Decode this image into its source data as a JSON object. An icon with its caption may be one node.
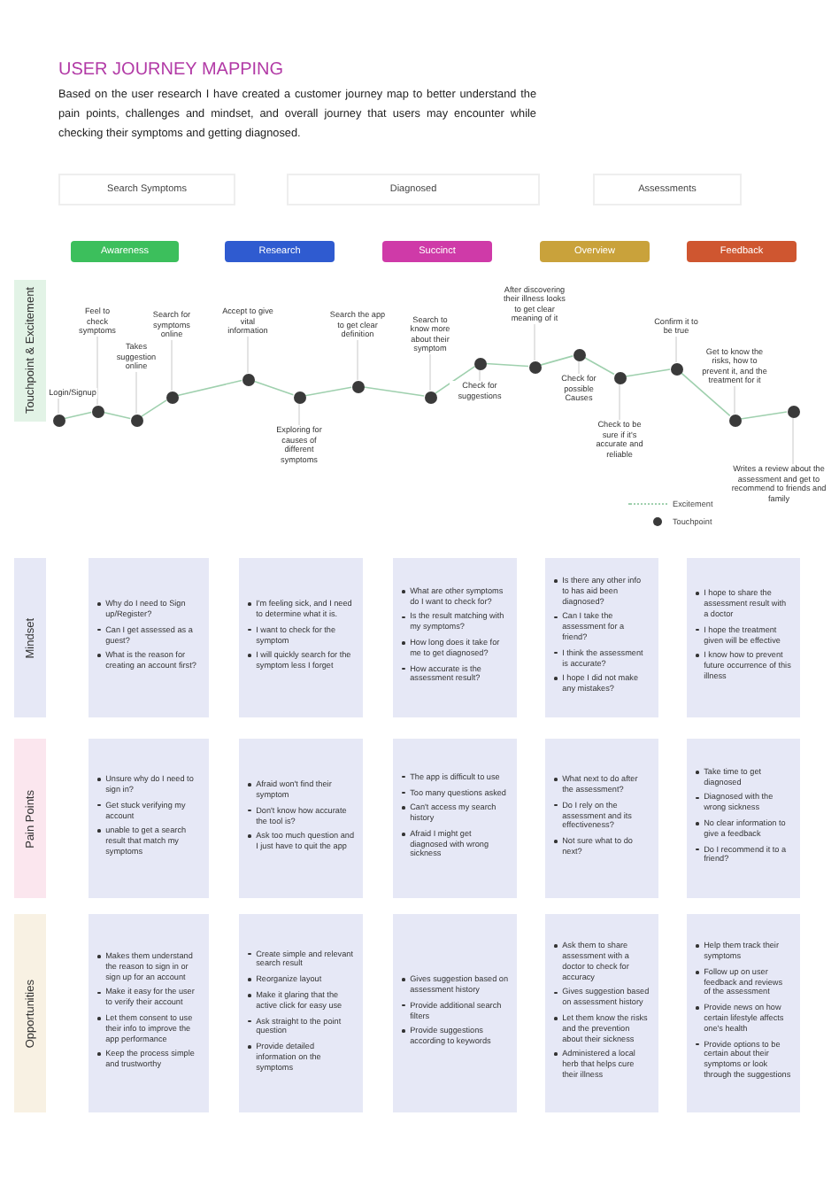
{
  "diagram": {
    "title": "USER JOURNEY MAPPING",
    "nodes": [
      {
        "text": [
          "Search Symptoms"
        ]
      },
      {
        "text": [
          "Diagnosed"
        ]
      },
      {
        "text": [
          "Assessments"
        ]
      },
      {
        "text": [
          "Awareness"
        ]
      },
      {
        "text": [
          "Research"
        ]
      },
      {
        "text": [
          "Succinct"
        ]
      },
      {
        "text": [
          "Overview"
        ]
      },
      {
        "text": [
          "Feedback"
        ]
      },
      {
        "text": [
          "Touchpoint & Excitement"
        ]
      },
      {
        "text": [],
        "shape": "circle"
      },
      {
        "text": [],
        "shape": "circle"
      },
      {
        "text": [],
        "shape": "circle"
      },
      {
        "text": [],
        "shape": "circle"
      },
      {
        "text": [],
        "shape": "circle"
      },
      {
        "text": [],
        "shape": "circle"
      },
      {
        "text": [],
        "shape": "circle"
      },
      {
        "text": [],
        "shape": "circle"
      },
      {
        "text": [],
        "shape": "circle"
      },
      {
        "text": [],
        "shape": "circle"
      },
      {
        "text": [],
        "shape": "circle"
      },
      {
        "text": [],
        "shape": "circle"
      },
      {
        "text": [],
        "shape": "circle"
      },
      {
        "text": [],
        "shape": "circle"
      },
      {
        "text": [],
        "shape": "circle"
      },
      {
        "text": [
          "Login/Signup"
        ]
      },
      {
        "text": [
          "Feel to check symptoms"
        ]
      },
      {
        "text": [
          "Takes suggestion online"
        ]
      },
      {
        "text": [
          "Search for symptoms online"
        ]
      },
      {
        "text": [
          "Accept to give vital information"
        ]
      },
      {
        "text": [
          "Exploring for causes of different symptoms"
        ]
      },
      {
        "text": [
          "Search the app to get clear definition"
        ]
      },
      {
        "text": [
          "Search to know more about their symptom"
        ]
      },
      {
        "text": [
          "Check for suggestions"
        ]
      },
      {
        "text": [
          "After discovering their illness looks to get clear meaning of it"
        ]
      },
      {
        "text": [
          "Check for possible Causes"
        ]
      },
      {
        "text": [
          "Check to be sure if it's accurate and reliable"
        ]
      },
      {
        "text": [
          "Confirm it to be true"
        ]
      },
      {
        "text": [
          "Get to know the risks, how to prevent it, and the treatment for it"
        ]
      },
      {
        "text": [
          "Writes a review about the assessment and get to recommend to friends and family"
        ]
      },
      {
        "text": [
          "Mindset"
        ]
      },
      {
        "text": [
          "Why do I need to Sign up/Register?",
          "Can I get assessed as a guest?",
          "What is the reason for creating an account first?"
        ]
      },
      {
        "text": [
          "I'm feeling sick, and I need to determine what it is.",
          "I want to check for the symptom",
          "I will quickly search for the symptom less I forget"
        ]
      },
      {
        "text": [
          "What are other symptoms do I want to check for?",
          "Is the result matching with my symptoms?",
          "How long does it take for me to get diagnosed?",
          "How accurate is the assessment result?"
        ]
      },
      {
        "text": [
          "Is there any other info to has aid been diagnosed?",
          "Can I take the assessment for a friend?",
          "I think the assessment is accurate?",
          "I hope I did not make any mistakes?"
        ]
      },
      {
        "text": [
          "I hope to share the assessment result with a doctor",
          "I hope the treatment given will be effective",
          "I know how to prevent future occurrence of this illness"
        ]
      },
      {
        "text": [
          "Pain Points"
        ]
      },
      {
        "text": [
          "Unsure why do I need to sign in?",
          "Get stuck verifying my account",
          "unable to get a search result that match my symptoms"
        ]
      },
      {
        "text": [
          "Afraid won't find their symptom",
          "Don't know how accurate the tool is?",
          "Ask too much question and I just have to quit the app"
        ]
      },
      {
        "text": [
          "The app is difficult to use",
          "Too many questions asked",
          "Can't access my search history",
          "Afraid I might get diagnosed with wrong sickness"
        ]
      },
      {
        "text": [
          "What next to do after the assessment?",
          "Do I rely on the assessment and its effectiveness?",
          "Not sure what to do next?"
        ]
      },
      {
        "text": [
          "Take time to get diagnosed",
          "Diagnosed with the wrong sickness",
          "No clear information to give a feedback",
          "Do I recommend it to a friend?"
        ]
      },
      {
        "text": [
          "Opportunities"
        ]
      },
      {
        "text": [
          "Makes them understand the reason to sign in or sign up for an account",
          "Make it easy for the user to verify their account",
          "Let them consent to use their info to improve the app performance",
          "Keep the process simple and trustworthy"
        ]
      },
      {
        "text": [
          "Create simple and relevant search result",
          "Reorganize layout",
          "Make it glaring that the active click for easy use",
          "Ask straight to the point question",
          "Provide detailed information on the symptoms"
        ]
      },
      {
        "text": [
          "Gives suggestion based on assessment history",
          "Provide additional search filters",
          "Provide suggestions according to keywords"
        ]
      },
      {
        "text": [
          "Ask them to share assessment with a doctor to check for accuracy",
          "Gives suggestion based on assessment history",
          "Let them know the risks and the prevention about their sickness",
          "Administered a local herb that helps cure their illness"
        ]
      },
      {
        "text": [
          "Help them track their symptoms",
          "Follow up on user feedback and reviews of the assessment",
          "Provide news on how certain lifestyle affects one's health",
          "Provide options to be certain about their symptoms or look through the suggestions"
        ]
      }
    ],
    "edges": [
      {
        "from": 9,
        "to": 10,
        "arrow": "none"
      },
      {
        "from": 10,
        "to": 11,
        "arrow": "none"
      },
      {
        "from": 11,
        "to": 12,
        "arrow": "none"
      },
      {
        "from": 12,
        "to": 13,
        "arrow": "none"
      },
      {
        "from": 13,
        "to": 14,
        "arrow": "none"
      },
      {
        "from": 14,
        "to": 15,
        "arrow": "none"
      },
      {
        "from": 15,
        "to": 16,
        "arrow": "none"
      },
      {
        "from": 16,
        "to": 17,
        "arrow": "none"
      },
      {
        "from": 17,
        "to": 18,
        "arrow": "none"
      },
      {
        "from": 18,
        "to": 19,
        "arrow": "none"
      },
      {
        "from": 19,
        "to": 20,
        "arrow": "none"
      },
      {
        "from": 20,
        "to": 21,
        "arrow": "none"
      },
      {
        "from": 21,
        "to": 22,
        "arrow": "none"
      },
      {
        "from": 22,
        "to": 23,
        "arrow": "none"
      },
      {
        "from": 24,
        "to": 9,
        "arrow": "none"
      },
      {
        "from": 25,
        "to": 10,
        "arrow": "none"
      },
      {
        "from": 26,
        "to": 11,
        "arrow": "none"
      },
      {
        "from": 27,
        "to": 12,
        "arrow": "none"
      },
      {
        "from": 28,
        "to": 13,
        "arrow": "none"
      },
      {
        "from": 29,
        "to": 14,
        "arrow": "none"
      },
      {
        "from": 30,
        "to": 15,
        "arrow": "none"
      },
      {
        "from": 31,
        "to": 16,
        "arrow": "none"
      },
      {
        "from": 32,
        "to": 17,
        "arrow": "none"
      },
      {
        "from": 33,
        "to": 18,
        "arrow": "none"
      },
      {
        "from": 34,
        "to": 19,
        "arrow": "none"
      },
      {
        "from": 35,
        "to": 20,
        "arrow": "none"
      },
      {
        "from": 36,
        "to": 21,
        "arrow": "none"
      },
      {
        "from": 37,
        "to": 22,
        "arrow": "none"
      },
      {
        "from": 38,
        "to": 23,
        "arrow": "none"
      }
    ],
    "labels": [
      "Based on the user research I have created a customer journey map to better understand the pain points, challenges and mindset, and overall journey that users may encounter while checking their symptoms and getting diagnosed."
    ],
    "legend": [
      {
        "text": "Excitement"
      },
      {
        "text": "Touchpoint"
      }
    ]
  }
}
